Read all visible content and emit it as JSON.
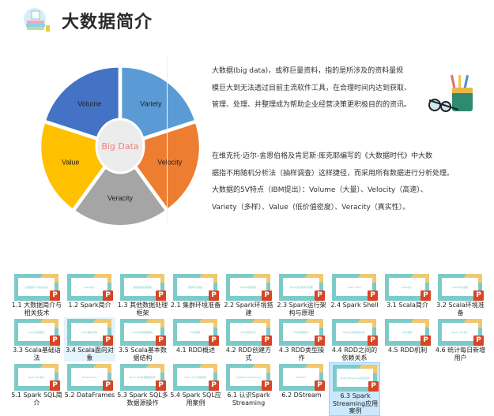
{
  "header": {
    "title": "大数据简介"
  },
  "pie": {
    "center_label": "Big  Data",
    "segments": [
      {
        "label": "Variety",
        "color": "#5B9BD5"
      },
      {
        "label": "Velocity",
        "color": "#ED7D31"
      },
      {
        "label": "Veracity",
        "color": "#A5A5A5"
      },
      {
        "label": "Value",
        "color": "#FFC000"
      },
      {
        "label": "Volume",
        "color": "#4472C4"
      }
    ]
  },
  "paragraph1": [
    "大数据(big data)，或称巨量资料，指的是所涉及的资料量规",
    "模巨大到无法透过目前主流软件工具，在合理时间内达到获取、",
    "管理、处理、并整理成为帮助企业经营决策更积极目的的资讯。"
  ],
  "paragraph2": [
    "在维克托·迈尔-舍恩伯格及肯尼斯·库克耶编写的《大数据时代》中大数",
    "据指不用随机分析法（抽样调查）这样捷径，而采用所有数据进行分析处理。",
    "大数据的5V特点（IBM提出）：Volume（大量）、Velocity（高速）、",
    "Variety（多样）、Value（低价值密度）、Veracity（真实性）。"
  ],
  "files": [
    {
      "label": "1.1 大数据简介与相关技术",
      "thumb": "大数据简介与相关技术"
    },
    {
      "label": "1.2 Spark简介",
      "thumb": "Spark简介"
    },
    {
      "label": "1.3 其他数据处理框架",
      "thumb": "其他数据处理框架"
    },
    {
      "label": "2.1 集群环境准备",
      "thumb": "集群环境准备"
    },
    {
      "label": "2.2 Spark环境搭建",
      "thumb": "Spark环境搭建"
    },
    {
      "label": "2.3 Spark运行架构与原理",
      "thumb": "Spark运行架构与原理"
    },
    {
      "label": "2.4 Spark Shell",
      "thumb": "Spark Shell"
    },
    {
      "label": "3.1 Scala简介",
      "thumb": "Scala简介"
    },
    {
      "label": "3.2 Scala环境准备",
      "thumb": "Scala环境准备"
    },
    {
      "label": "3.3 Scala基础语法",
      "thumb": "Scala基础语法"
    },
    {
      "label": "3.4 Scala面向对象",
      "thumb": "Scala面向对象"
    },
    {
      "label": "3.5 Scala基本数据结构",
      "thumb": "Scala基本数据结构"
    },
    {
      "label": "4.1 RDD概述",
      "thumb": "RDD概述"
    },
    {
      "label": "4.2 RDD创建方式",
      "thumb": "RDD创建方式"
    },
    {
      "label": "4.3 RDD类型操作",
      "thumb": "RDD类型操作"
    },
    {
      "label": "4.4 RDD之间的依赖关系",
      "thumb": "RDD之间的依赖关系"
    },
    {
      "label": "4.5 RDD机制",
      "thumb": "RDD机制"
    },
    {
      "label": "4.6 统计每日新增用户",
      "thumb": "Spark SQL简介"
    },
    {
      "label": "5.1 Spark SQL简介",
      "thumb": "Spark SQL简介"
    },
    {
      "label": "5.2 DataFrames",
      "thumb": "DataFrames"
    },
    {
      "label": "5.3 Spark SQL多数据源操作",
      "thumb": "Spark SQL多数据源操作"
    },
    {
      "label": "5.4 Spark SQL应用案例",
      "thumb": "Spark SQL应用案例"
    },
    {
      "label": "6.1 认识Spark Streaming",
      "thumb": "认识Spark Streaming"
    },
    {
      "label": "6.2 DStream",
      "thumb": "DStream"
    },
    {
      "label": "6.3 Spark Streaming应用案例",
      "thumb": "Spark Streaming应用案例"
    }
  ],
  "ppt_badge": "P"
}
